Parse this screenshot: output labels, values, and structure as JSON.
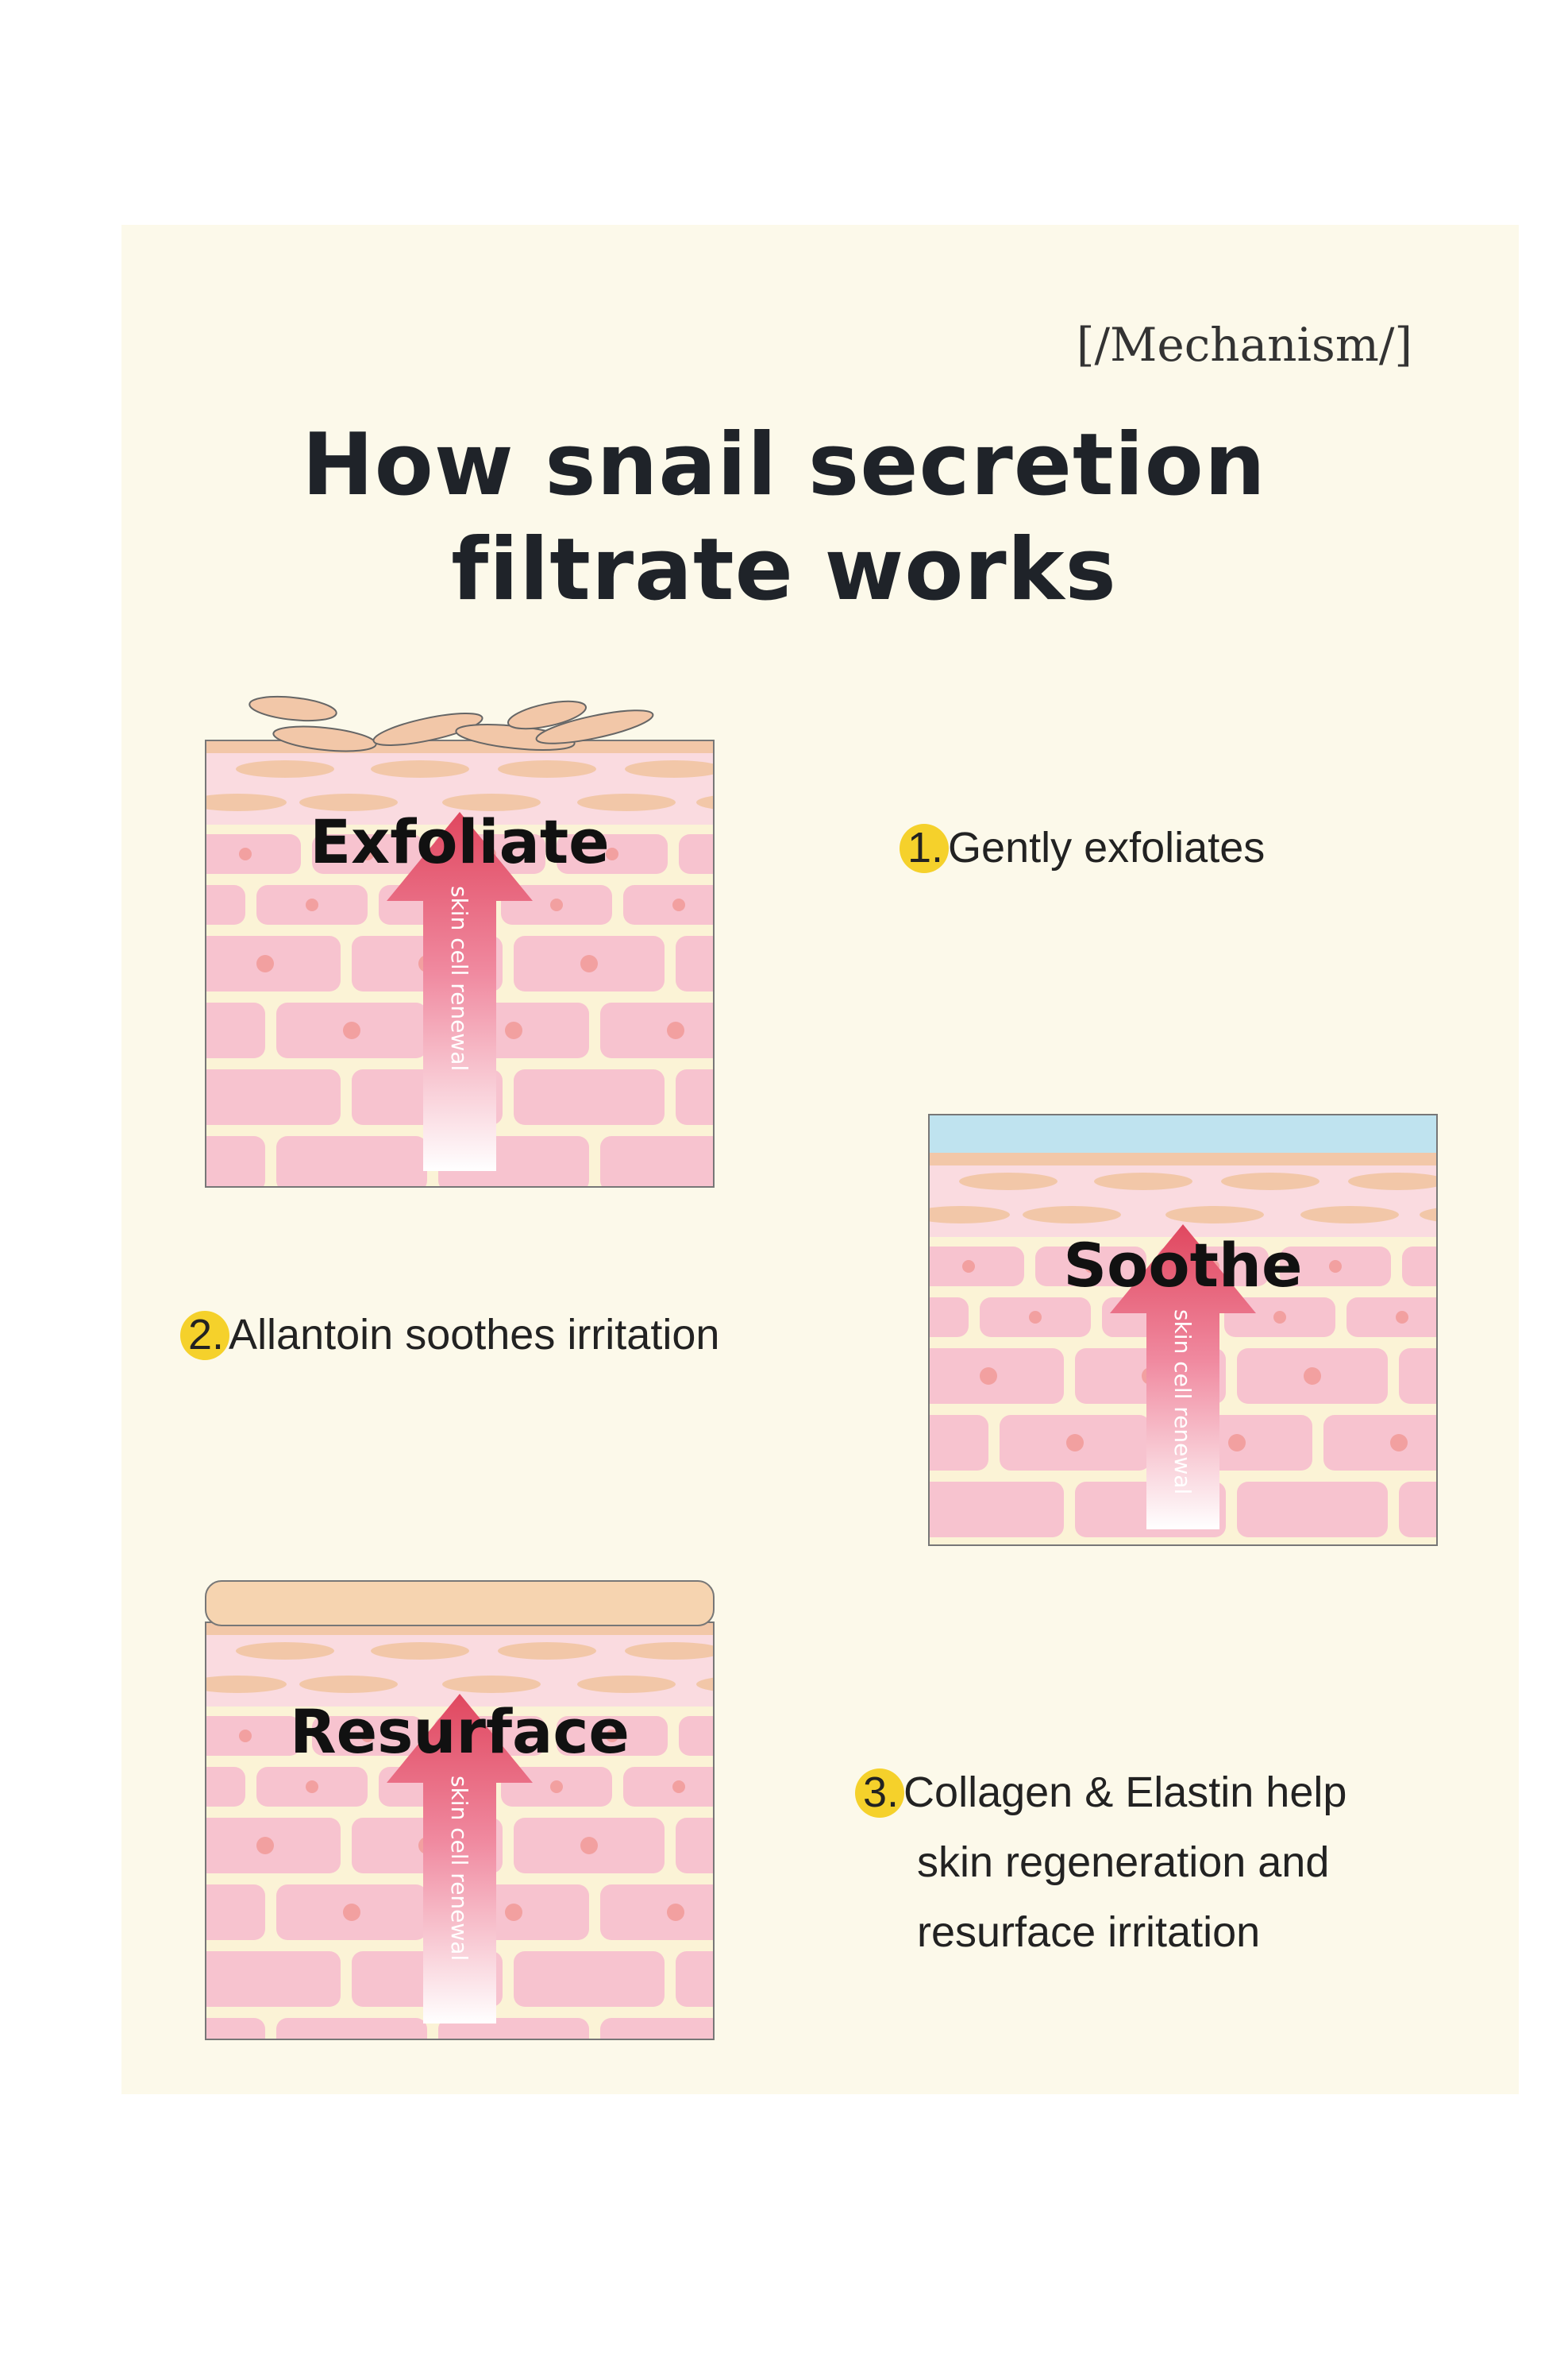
{
  "header": {
    "tag": "[/Mechanism/]",
    "title_line1": "How snail secretion",
    "title_line2": "filtrate works"
  },
  "colors": {
    "card_bg": "#fcf9ea",
    "badge": "#f5d12b",
    "cell_pink": "#f7c3cf",
    "corneocyte": "#f2c7a8",
    "arrow": "#e0475f",
    "moisture_layer": "#bfe3ef"
  },
  "panels": [
    {
      "label": "Exfoliate",
      "arrow_text": "skin cell renewal",
      "top": "flakes"
    },
    {
      "label": "Soothe",
      "arrow_text": "skin cell renewal",
      "top": "moisture"
    },
    {
      "label": "Resurface",
      "arrow_text": "skin cell renewal",
      "top": "smooth"
    }
  ],
  "steps": [
    {
      "number": "1.",
      "lines": [
        "Gently exfoliates"
      ]
    },
    {
      "number": "2.",
      "lines": [
        "Allantoin soothes irritation"
      ]
    },
    {
      "number": "3.",
      "lines": [
        "Collagen & Elastin help",
        "skin regeneration and",
        "resurface irritation"
      ]
    }
  ]
}
